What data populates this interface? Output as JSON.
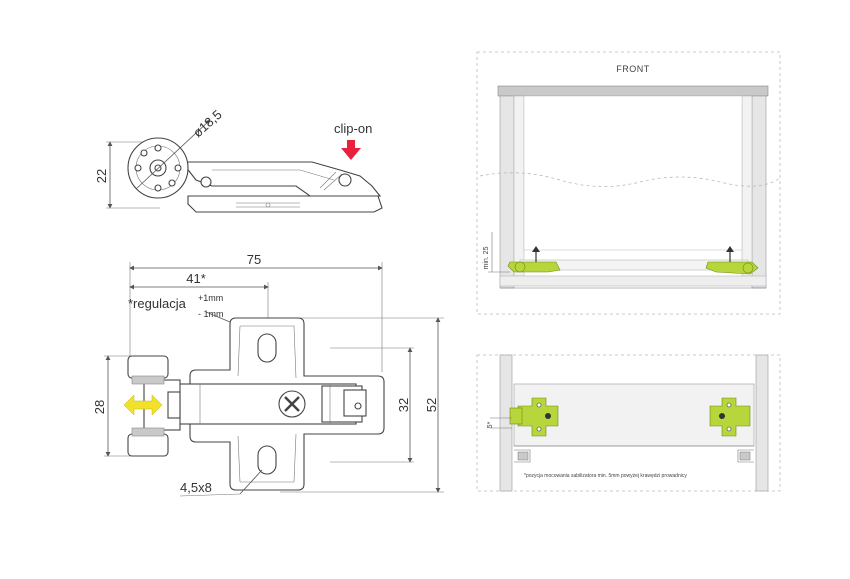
{
  "side_view": {
    "diameter_label": "ø18,5",
    "height_label": "22",
    "clip_on_label": "clip-on",
    "arrow_color": "#e8213e"
  },
  "top_view": {
    "width_label": "75",
    "offset_label": "41*",
    "regulation_label": "*regulacja",
    "regulation_plus": "+1mm",
    "regulation_minus": "- 1mm",
    "height_28_label": "28",
    "height_32_label": "32",
    "height_52_label": "52",
    "slot_label": "4,5x8",
    "arrow_color": "#f2e12a"
  },
  "drawer_front": {
    "front_label": "FRONT",
    "min_label": "min. 25",
    "accent_color": "#b6d63b"
  },
  "drawer_top": {
    "dim_label": "5*",
    "note": "*pozycja mocowania sabilizatora min. 5mm powyżej krawędzi prowadnicy",
    "accent_color": "#b6d63b"
  }
}
